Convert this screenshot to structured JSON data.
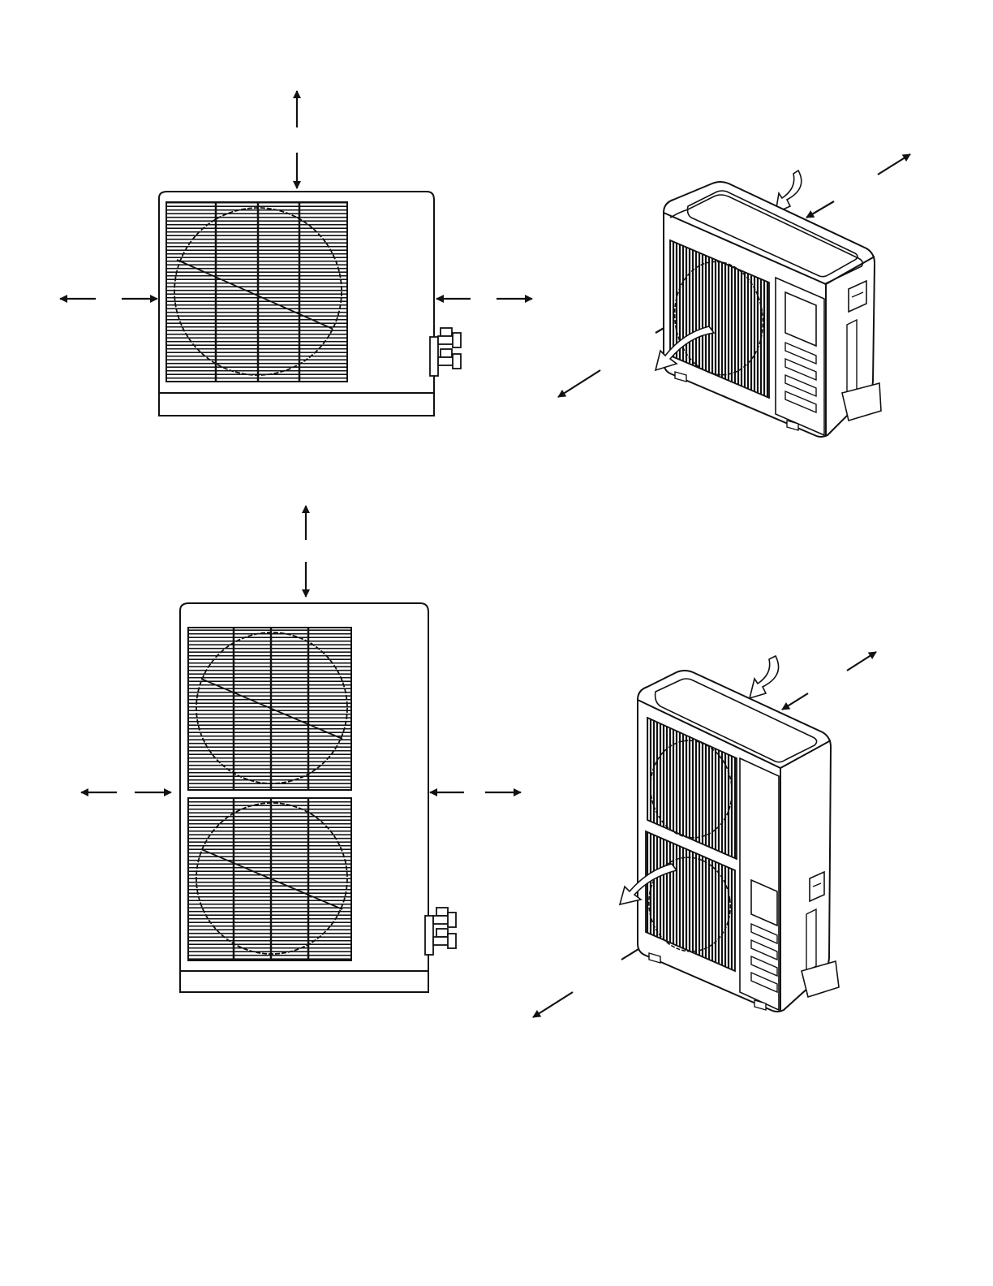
{
  "document": {
    "type": "installation-clearance-diagram",
    "colors": {
      "line": "#111111",
      "grille": "#1a1a1a",
      "background": "#ffffff"
    },
    "figures": [
      {
        "id": "single-fan-front",
        "view": "front",
        "fans": 1,
        "arrows": [
          "up",
          "down",
          "left-out",
          "left-in",
          "right-in",
          "right-out",
          "down-left"
        ]
      },
      {
        "id": "single-fan-iso",
        "view": "isometric",
        "fans": 1,
        "airflow": [
          "intake-top",
          "intake-rear",
          "exhaust-front"
        ]
      },
      {
        "id": "dual-fan-front",
        "view": "front",
        "fans": 2,
        "arrows": [
          "up",
          "down",
          "left-out",
          "left-in",
          "right-in",
          "right-out"
        ]
      },
      {
        "id": "dual-fan-iso",
        "view": "isometric",
        "fans": 2,
        "airflow": [
          "intake-top",
          "intake-rear",
          "exhaust-front"
        ]
      }
    ]
  }
}
